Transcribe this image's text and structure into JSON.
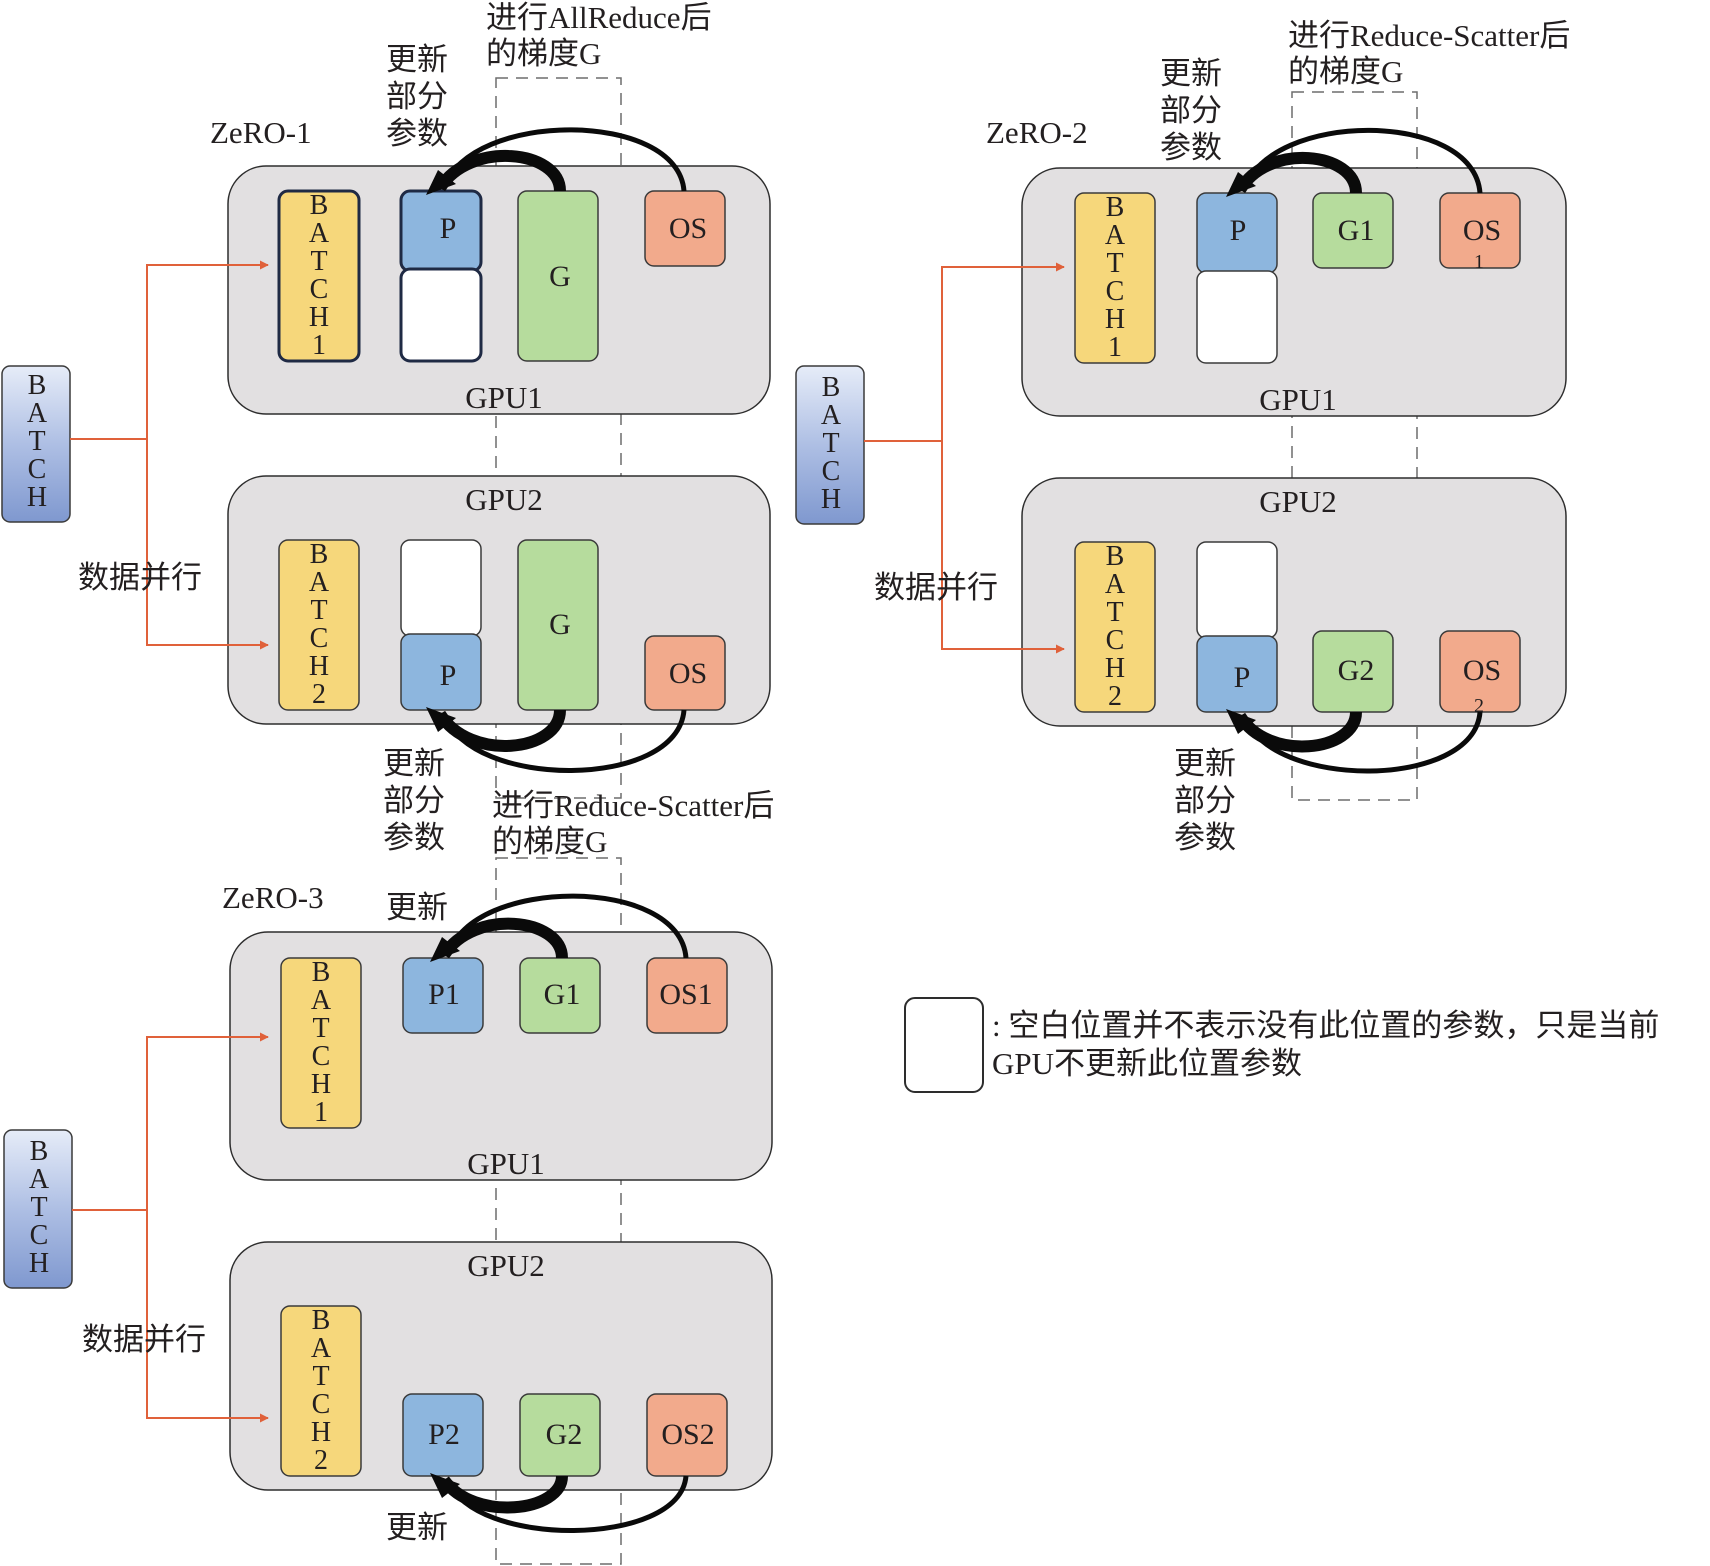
{
  "colors": {
    "gpu_panel": "#e2e0e1",
    "batch": "#f6d77b",
    "param": "#8db6de",
    "grad": "#b6dc9d",
    "optstate": "#f2aa8c",
    "source_batch": "#a9bde4",
    "arrow_orange": "#e0613a",
    "arrow_black": "#0a0a0a"
  },
  "zero1": {
    "title": "ZeRO-1",
    "gpu1": "GPU1",
    "gpu2": "GPU2",
    "batch1": "BATCH1",
    "batch2": "BATCH2",
    "p_top": "P",
    "p_bottom": "P",
    "g_top": "G",
    "g_bottom": "G",
    "os_top": "OS",
    "os_bottom": "OS",
    "update_top": [
      "更新",
      "部分",
      "参数"
    ],
    "update_bottom": [
      "更新",
      "部分",
      "参数"
    ],
    "grad_note": [
      "进行AllReduce后",
      "的梯度G"
    ],
    "source": "BATCH",
    "parallel": "数据并行"
  },
  "zero2": {
    "title": "ZeRO-2",
    "gpu1": "GPU1",
    "gpu2": "GPU2",
    "batch1": "BATCH1",
    "batch2": "BATCH2",
    "p_top": "P",
    "p_bottom": "P",
    "g1": "G1",
    "g2": "G2",
    "os1": "OS",
    "os1_sub": "1",
    "os2": "OS",
    "os2_sub": "2",
    "update_top": [
      "更新",
      "部分",
      "参数"
    ],
    "update_bottom": [
      "更新",
      "部分",
      "参数"
    ],
    "grad_note": [
      "进行Reduce-Scatter后",
      "的梯度G"
    ],
    "source": "BATCH",
    "parallel": "数据并行"
  },
  "zero3": {
    "title": "ZeRO-3",
    "gpu1": "GPU1",
    "gpu2": "GPU2",
    "batch1": "BATCH1",
    "batch2": "BATCH2",
    "p1": "P1",
    "p2": "P2",
    "g1": "G1",
    "g2": "G2",
    "os1": "OS1",
    "os2": "OS2",
    "update_top": "更新",
    "update_bottom": "更新",
    "grad_note": [
      "进行Reduce-Scatter后",
      "的梯度G"
    ],
    "source": "BATCH",
    "parallel": "数据并行"
  },
  "legend": {
    "line1": ": 空白位置并不表示没有此位置的参数，只是当前",
    "line2": "GPU不更新此位置参数"
  }
}
